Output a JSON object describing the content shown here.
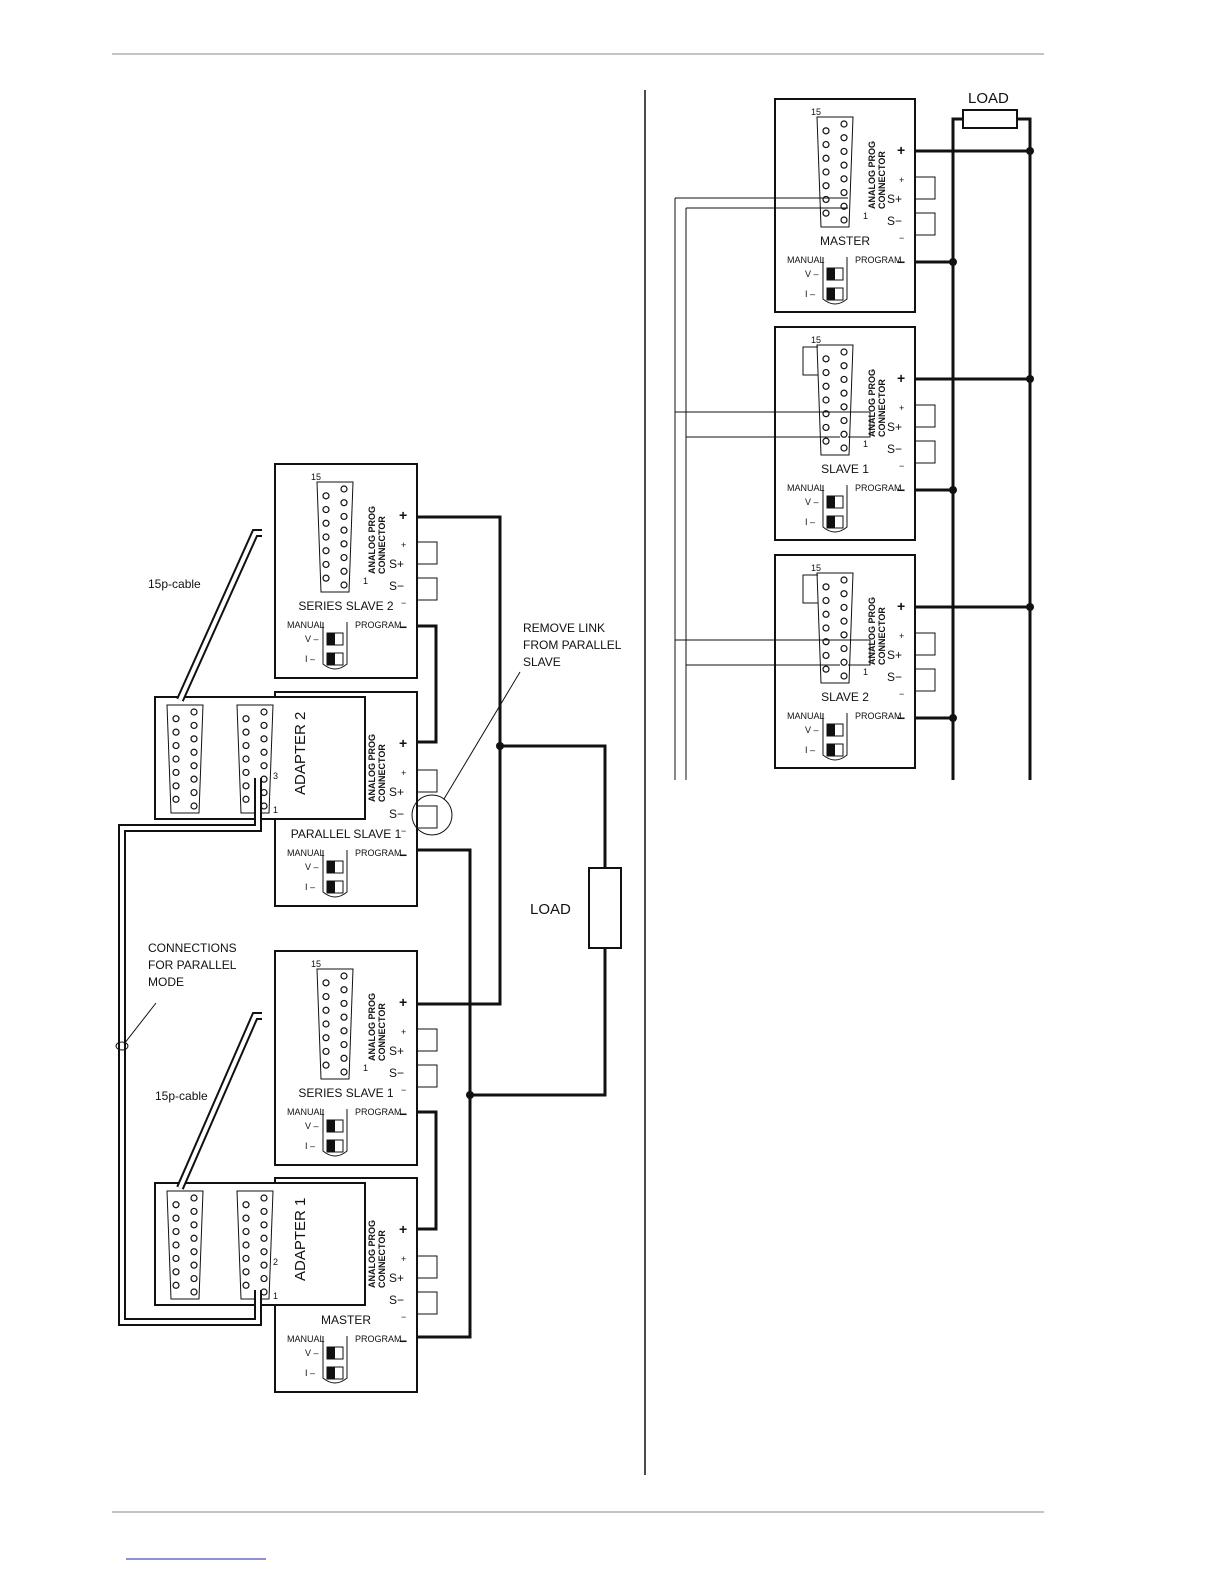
{
  "left_diagram": {
    "units": [
      {
        "id": "series-slave-2",
        "title": "SERIES SLAVE 2",
        "pin_top": "15",
        "pin_bottom": "1"
      },
      {
        "id": "parallel-slave-1",
        "title": "PARALLEL SLAVE 1",
        "pin_top": "",
        "pin_bottom": ""
      },
      {
        "id": "series-slave-1",
        "title": "SERIES SLAVE 1",
        "pin_top": "15",
        "pin_bottom": "1"
      },
      {
        "id": "master",
        "title": "MASTER",
        "pin_top": "",
        "pin_bottom": ""
      }
    ],
    "adapters": [
      {
        "id": "adapter-2",
        "title": "ADAPTER 2",
        "pin_a": "3",
        "pin_b": "1"
      },
      {
        "id": "adapter-1",
        "title": "ADAPTER 1",
        "pin_a": "2",
        "pin_b": "1"
      }
    ],
    "cable_label_top": "15p-cable",
    "cable_label_bottom": "15p-cable",
    "remove_link_note": [
      "REMOVE LINK",
      "FROM PARALLEL",
      "SLAVE"
    ],
    "connections_note": [
      "CONNECTIONS",
      "FOR PARALLEL",
      "MODE"
    ],
    "load_label": "LOAD"
  },
  "right_diagram": {
    "units": [
      {
        "id": "r-master",
        "title": "MASTER",
        "pin_top": "15",
        "pin_bottom": "1"
      },
      {
        "id": "r-slave-1",
        "title": "SLAVE 1",
        "pin_top": "15",
        "pin_bottom": "1"
      },
      {
        "id": "r-slave-2",
        "title": "SLAVE 2",
        "pin_top": "15",
        "pin_bottom": "1"
      }
    ],
    "load_label": "LOAD"
  },
  "shared_labels": {
    "connector_line1": "ANALOG PROG",
    "connector_line2": "CONNECTOR",
    "manual": "MANUAL",
    "program": "PROGRAM",
    "v": "V",
    "i": "I",
    "plus": "+",
    "minus": "−",
    "s_plus": "S+",
    "s_minus": "S−"
  }
}
